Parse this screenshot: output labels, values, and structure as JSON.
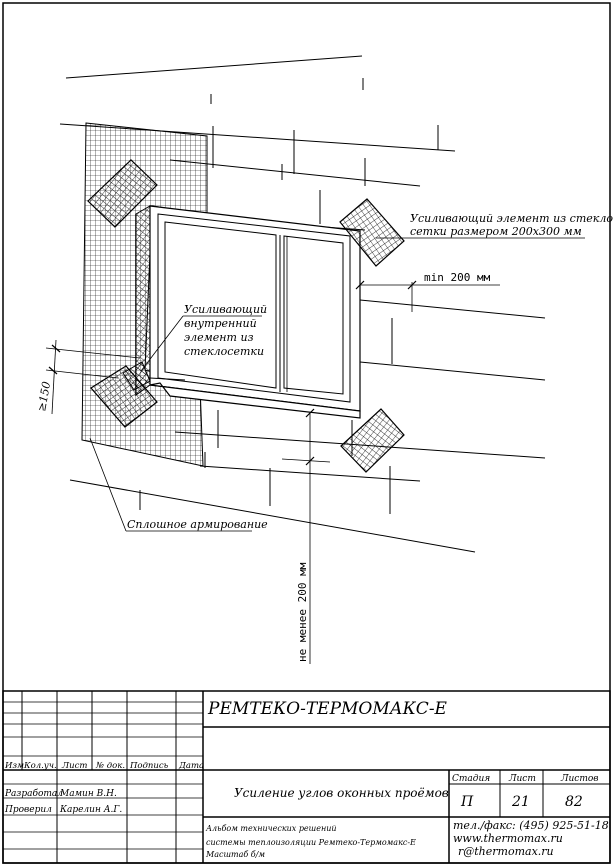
{
  "drawing": {
    "callout_outer_mesh": {
      "line1": "Усиливающий элемент из стекло-",
      "line2": "сетки размером 200х300 мм"
    },
    "callout_inner_mesh": {
      "line1": "Усиливающий",
      "line2": "внутренний",
      "line3": "элемент из",
      "line4": "стеклосетки"
    },
    "callout_full_reinforcement": "Сплошное армирование",
    "dim_min_200": "min 200 мм",
    "dim_150": "≥150",
    "dim_not_less_200": "не менее 200 мм"
  },
  "title_block": {
    "company": "РЕМТЕКО-ТЕРМОМАКС-Е",
    "column_headers": [
      "Изм",
      "Кол.уч.",
      "Лист",
      "№ док.",
      "Подпись",
      "Дата"
    ],
    "developed_label": "Разработал",
    "developed_name": "Мамин В.Н.",
    "checked_label": "Проверил",
    "checked_name": "Карелин А.Г.",
    "sheet_title": "Усиление углов оконных проёмов",
    "stage_label": "Стадия",
    "sheet_label": "Лист",
    "sheets_label": "Листов",
    "stage_value": "П",
    "sheet_value": "21",
    "sheets_value": "82",
    "album_line1": "Альбом технических решений",
    "album_line2": "системы теплоизоляции Ремтеко-Термомакс-Е",
    "album_line3": "Масштаб б/м",
    "contact_phone": "тел./факс: (495) 925-51-18",
    "contact_site": "www.thermomax.ru",
    "contact_email": "r@thermomax.ru"
  }
}
